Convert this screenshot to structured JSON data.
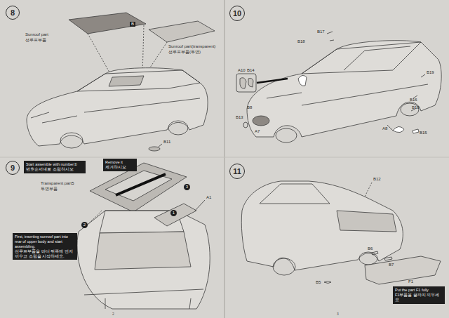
{
  "diagram": {
    "nodes": [
      {
        "text": [
          "8"
        ]
      },
      {
        "text": [
          "10"
        ]
      },
      {
        "text": [
          "9"
        ]
      },
      {
        "text": [
          "Start assemble with number①",
          "번호순서대로 조립하시오"
        ]
      },
      {
        "text": [
          "Remove it",
          "제거하시오"
        ]
      },
      {
        "text": [
          "11"
        ]
      },
      {
        "text": [
          "First, inserting sunroof part into rear of upper body and start assembling.",
          "선루프부품을 바디 뒤쪽에 먼저 끼우고 조립을 시작하세요."
        ]
      },
      {
        "text": [
          "Put the part F1 fully",
          "F1부품을 끝까지 끼우세요"
        ]
      }
    ],
    "labels": [
      "Sunroof part",
      "선루프부품",
      "B",
      "Sunroof part(transparent)",
      "선루프부품(투명)",
      "B11",
      "Transparent part5",
      "투명부품",
      "A1",
      "1",
      "2",
      "3",
      "B17",
      "B18",
      "A10",
      "B14",
      "B19",
      "B16",
      "B18",
      "B13",
      "B8",
      "A7",
      "A8",
      "B15",
      "B12",
      "B6",
      "B7",
      "B5",
      "F1",
      "2",
      "3"
    ]
  }
}
